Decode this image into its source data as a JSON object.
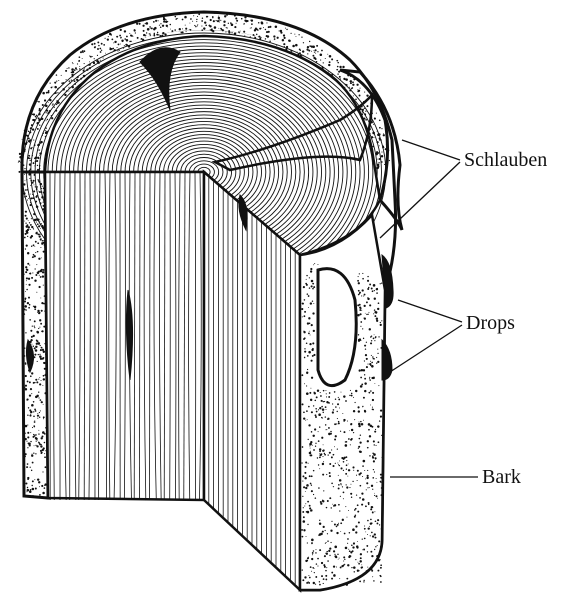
{
  "figure": {
    "labels": {
      "schlauben": "Schlauben",
      "drops": "Drops",
      "bark": "Bark"
    },
    "colors": {
      "ink": "#111111",
      "bark_fill": "#ffffff",
      "wood_fill": "#ffffff"
    }
  }
}
